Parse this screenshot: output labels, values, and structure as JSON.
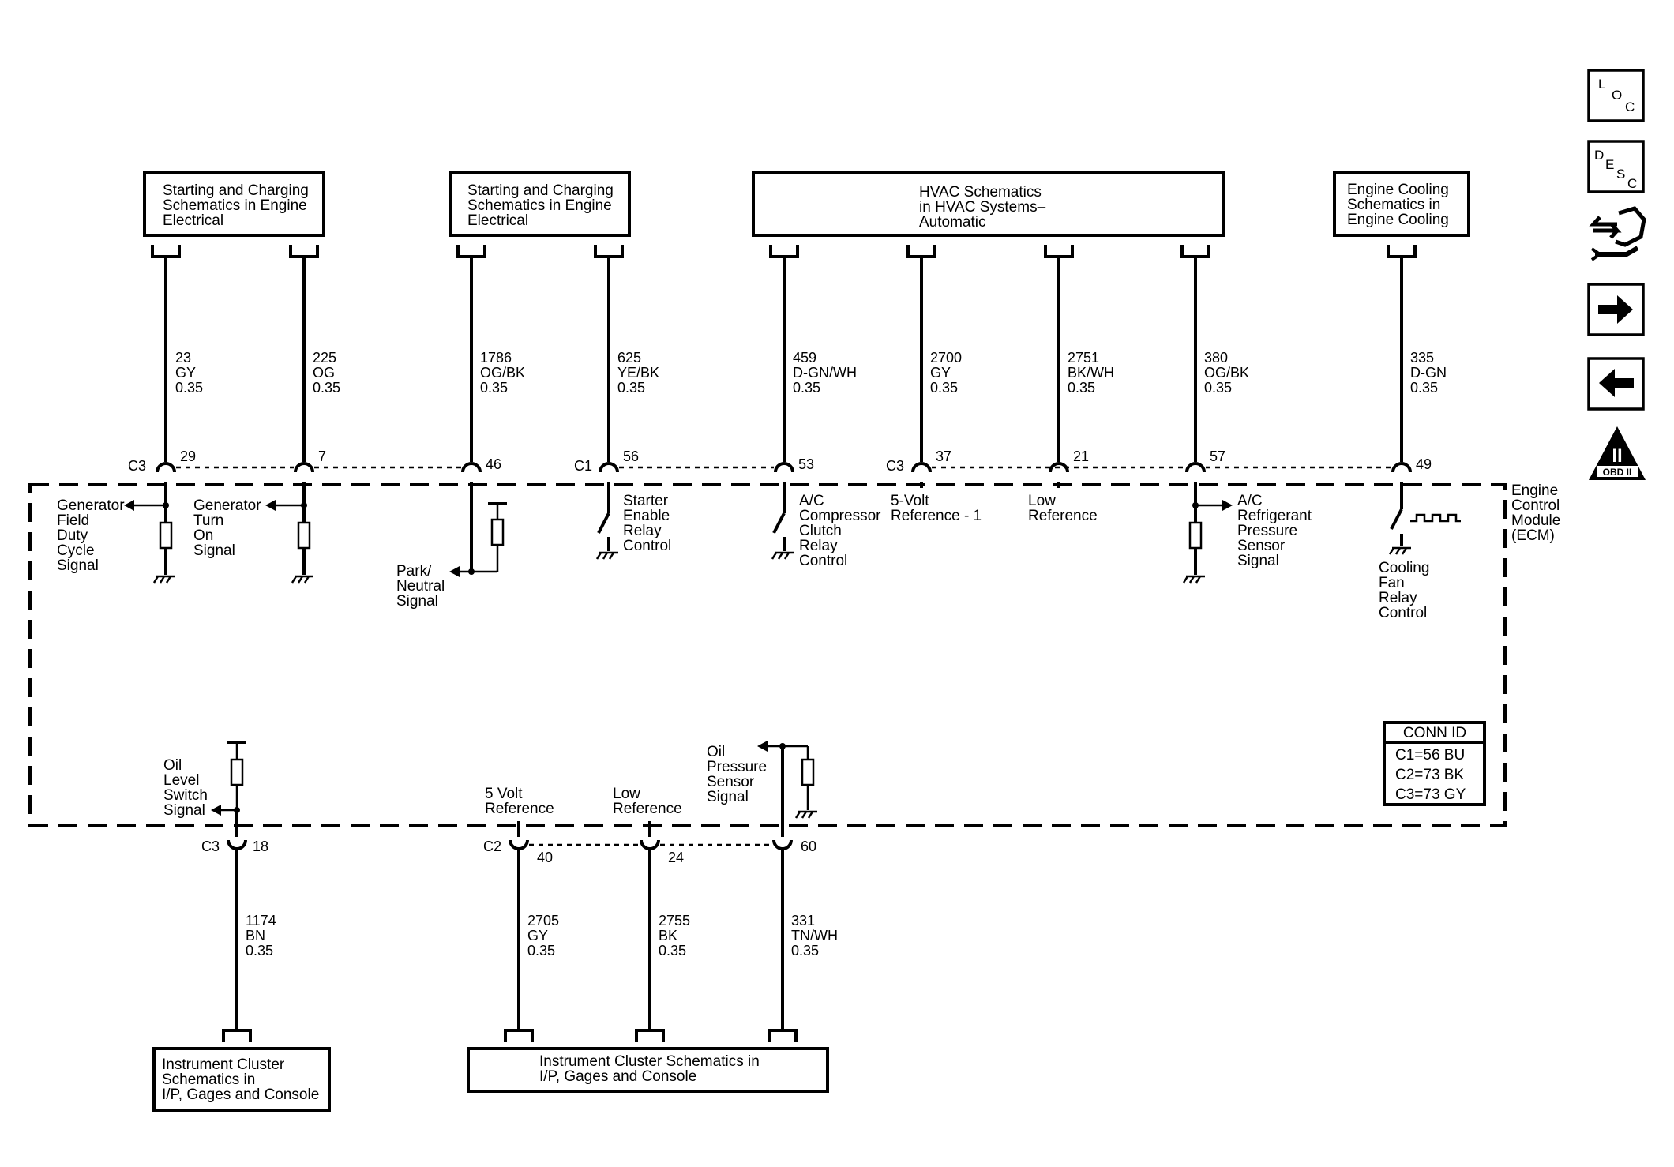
{
  "ref_boxes": {
    "top1": [
      "Starting and Charging",
      "Schematics in Engine",
      "Electrical"
    ],
    "top2": [
      "Starting and Charging",
      "Schematics in Engine",
      "Electrical"
    ],
    "top3": [
      "HVAC Schematics",
      "in HVAC Systems–",
      "Automatic"
    ],
    "top4": [
      "Engine Cooling",
      "Schematics in",
      "Engine Cooling"
    ],
    "bot1": [
      "Instrument Cluster",
      "Schematics in",
      "I/P, Gages and Console"
    ],
    "bot2": [
      "Instrument Cluster Schematics in",
      "I/P, Gages and Console"
    ]
  },
  "wires": {
    "w23": [
      "23",
      "GY",
      "0.35"
    ],
    "w225": [
      "225",
      "OG",
      "0.35"
    ],
    "w1786": [
      "1786",
      "OG/BK",
      "0.35"
    ],
    "w625": [
      "625",
      "YE/BK",
      "0.35"
    ],
    "w459": [
      "459",
      "D-GN/WH",
      "0.35"
    ],
    "w2700": [
      "2700",
      "GY",
      "0.35"
    ],
    "w2751": [
      "2751",
      "BK/WH",
      "0.35"
    ],
    "w380": [
      "380",
      "OG/BK",
      "0.35"
    ],
    "w335": [
      "335",
      "D-GN",
      "0.35"
    ],
    "w1174": [
      "1174",
      "BN",
      "0.35"
    ],
    "w2705": [
      "2705",
      "GY",
      "0.35"
    ],
    "w2755": [
      "2755",
      "BK",
      "0.35"
    ],
    "w331": [
      "331",
      "TN/WH",
      "0.35"
    ]
  },
  "pins": {
    "p29": "29",
    "p7": "7",
    "p46": "46",
    "p56": "56",
    "p53": "53",
    "p37": "37",
    "p21": "21",
    "p57": "57",
    "p49": "49",
    "p18": "18",
    "p40": "40",
    "p24": "24",
    "p60": "60"
  },
  "connectors": {
    "top_c3a": "C3",
    "top_c1": "C1",
    "top_c3b": "C3",
    "bot_c3": "C3",
    "bot_c2": "C2"
  },
  "signals": {
    "gen_field": [
      "Generator",
      "Field",
      "Duty",
      "Cycle",
      "Signal"
    ],
    "gen_turn": [
      "Generator",
      "Turn",
      "On",
      "Signal"
    ],
    "park_neutral": [
      "Park/",
      "Neutral",
      "Signal"
    ],
    "starter": [
      "Starter",
      "Enable",
      "Relay",
      "Control"
    ],
    "ac_clutch": [
      "A/C",
      "Compressor",
      "Clutch",
      "Relay",
      "Control"
    ],
    "five_volt_ref": [
      "5-Volt",
      "Reference - 1"
    ],
    "low_ref_top": [
      "Low",
      "Reference"
    ],
    "ac_refrig": [
      "A/C",
      "Refrigerant",
      "Pressure",
      "Sensor",
      "Signal"
    ],
    "cooling_fan": [
      "Cooling",
      "Fan",
      "Relay",
      "Control"
    ],
    "oil_level": [
      "Oil",
      "Level",
      "Switch",
      "Signal"
    ],
    "five_volt_ref_bot": [
      "5 Volt",
      "Reference"
    ],
    "low_ref_bot": [
      "Low",
      "Reference"
    ],
    "oil_pressure": [
      "Oil",
      "Pressure",
      "Sensor",
      "Signal"
    ]
  },
  "module": [
    "Engine",
    "Control",
    "Module",
    "(ECM)"
  ],
  "conn_id": {
    "title": "CONN ID",
    "rows": [
      "C1=56 BU",
      "C2=73 BK",
      "C3=73 GY"
    ]
  },
  "nav": {
    "loc": [
      "L",
      "O",
      "C"
    ],
    "desc": [
      "D",
      "E",
      "S",
      "C"
    ],
    "obd": [
      "II",
      "OBD II"
    ]
  }
}
